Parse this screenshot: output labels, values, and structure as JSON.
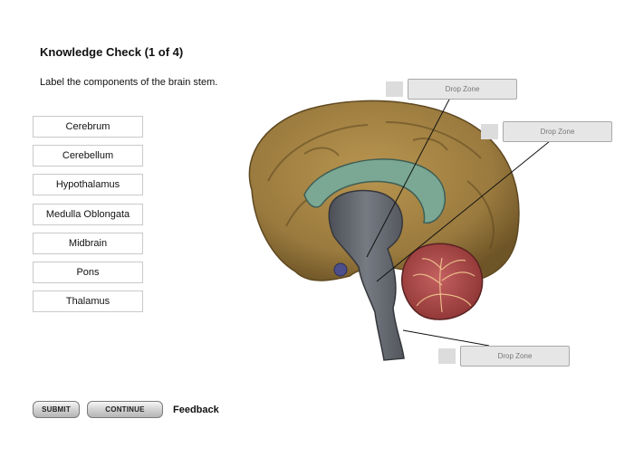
{
  "header": {
    "title": "Knowledge Check  (1 of 4)",
    "instructions": "Label the components of the brain stem."
  },
  "options": [
    {
      "label": "Cerebrum"
    },
    {
      "label": "Cerebellum"
    },
    {
      "label": "Hypothalamus"
    },
    {
      "label": "Medulla Oblongata"
    },
    {
      "label": "Midbrain"
    },
    {
      "label": "Pons"
    },
    {
      "label": "Thalamus"
    }
  ],
  "drop_zones": [
    {
      "label": "Drop Zone"
    },
    {
      "label": "Drop Zone"
    },
    {
      "label": "Drop Zone"
    }
  ],
  "footer": {
    "submit_label": "SUBMIT",
    "continue_label": "CONTINUE",
    "feedback_label": "Feedback"
  },
  "colors": {
    "brain_tan": "#9a7a3e",
    "corpus_callosum": "#7aa894",
    "brain_stem": "#5f6269",
    "cerebellum": "#b04a4a"
  }
}
